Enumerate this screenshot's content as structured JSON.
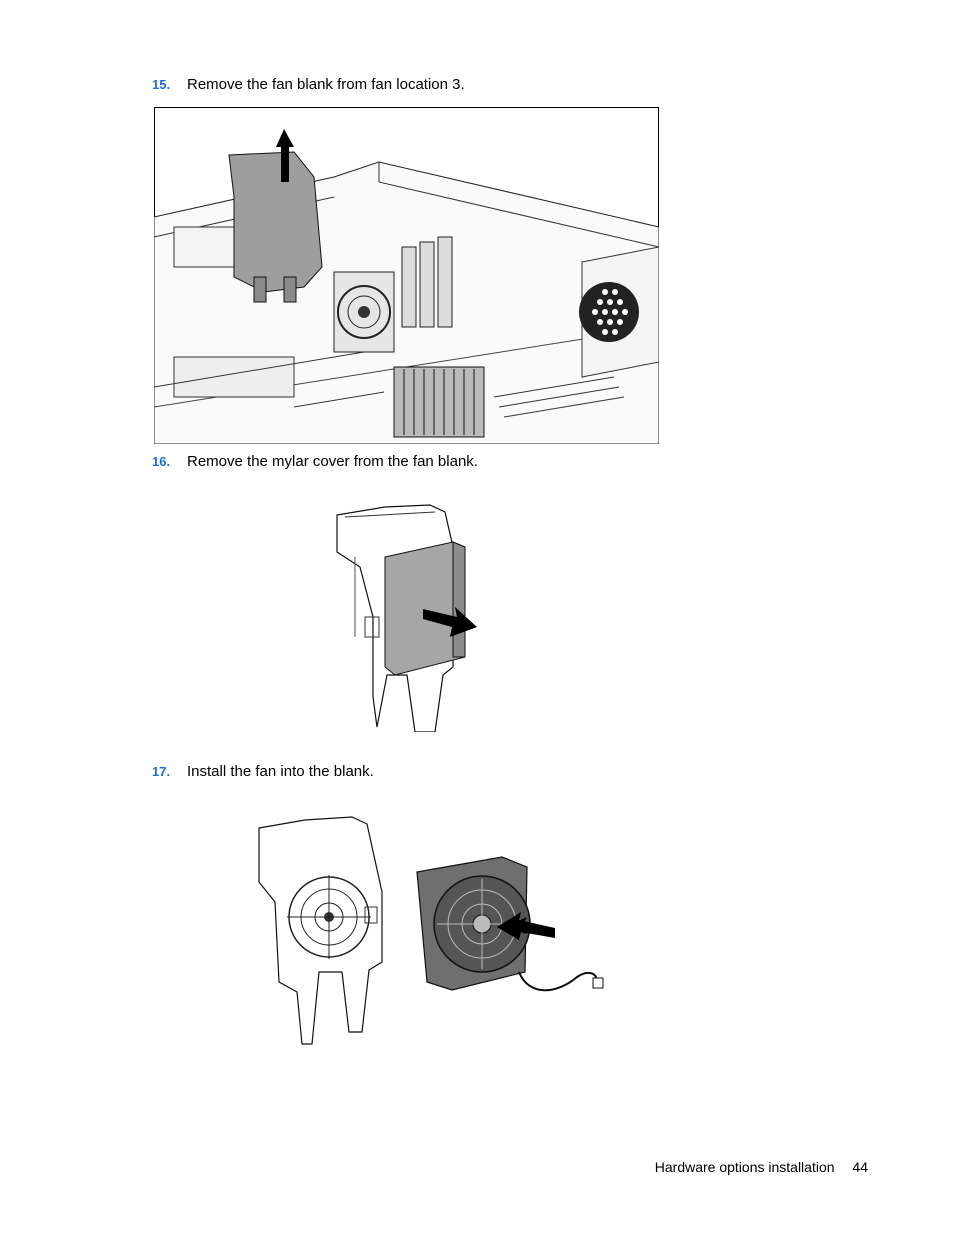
{
  "steps": [
    {
      "number": "15.",
      "text": "Remove the fan blank from fan location 3."
    },
    {
      "number": "16.",
      "text": "Remove the mylar cover from the fan blank."
    },
    {
      "number": "17.",
      "text": "Install the fan into the blank."
    }
  ],
  "footer": {
    "section": "Hardware options installation",
    "page": "44"
  }
}
